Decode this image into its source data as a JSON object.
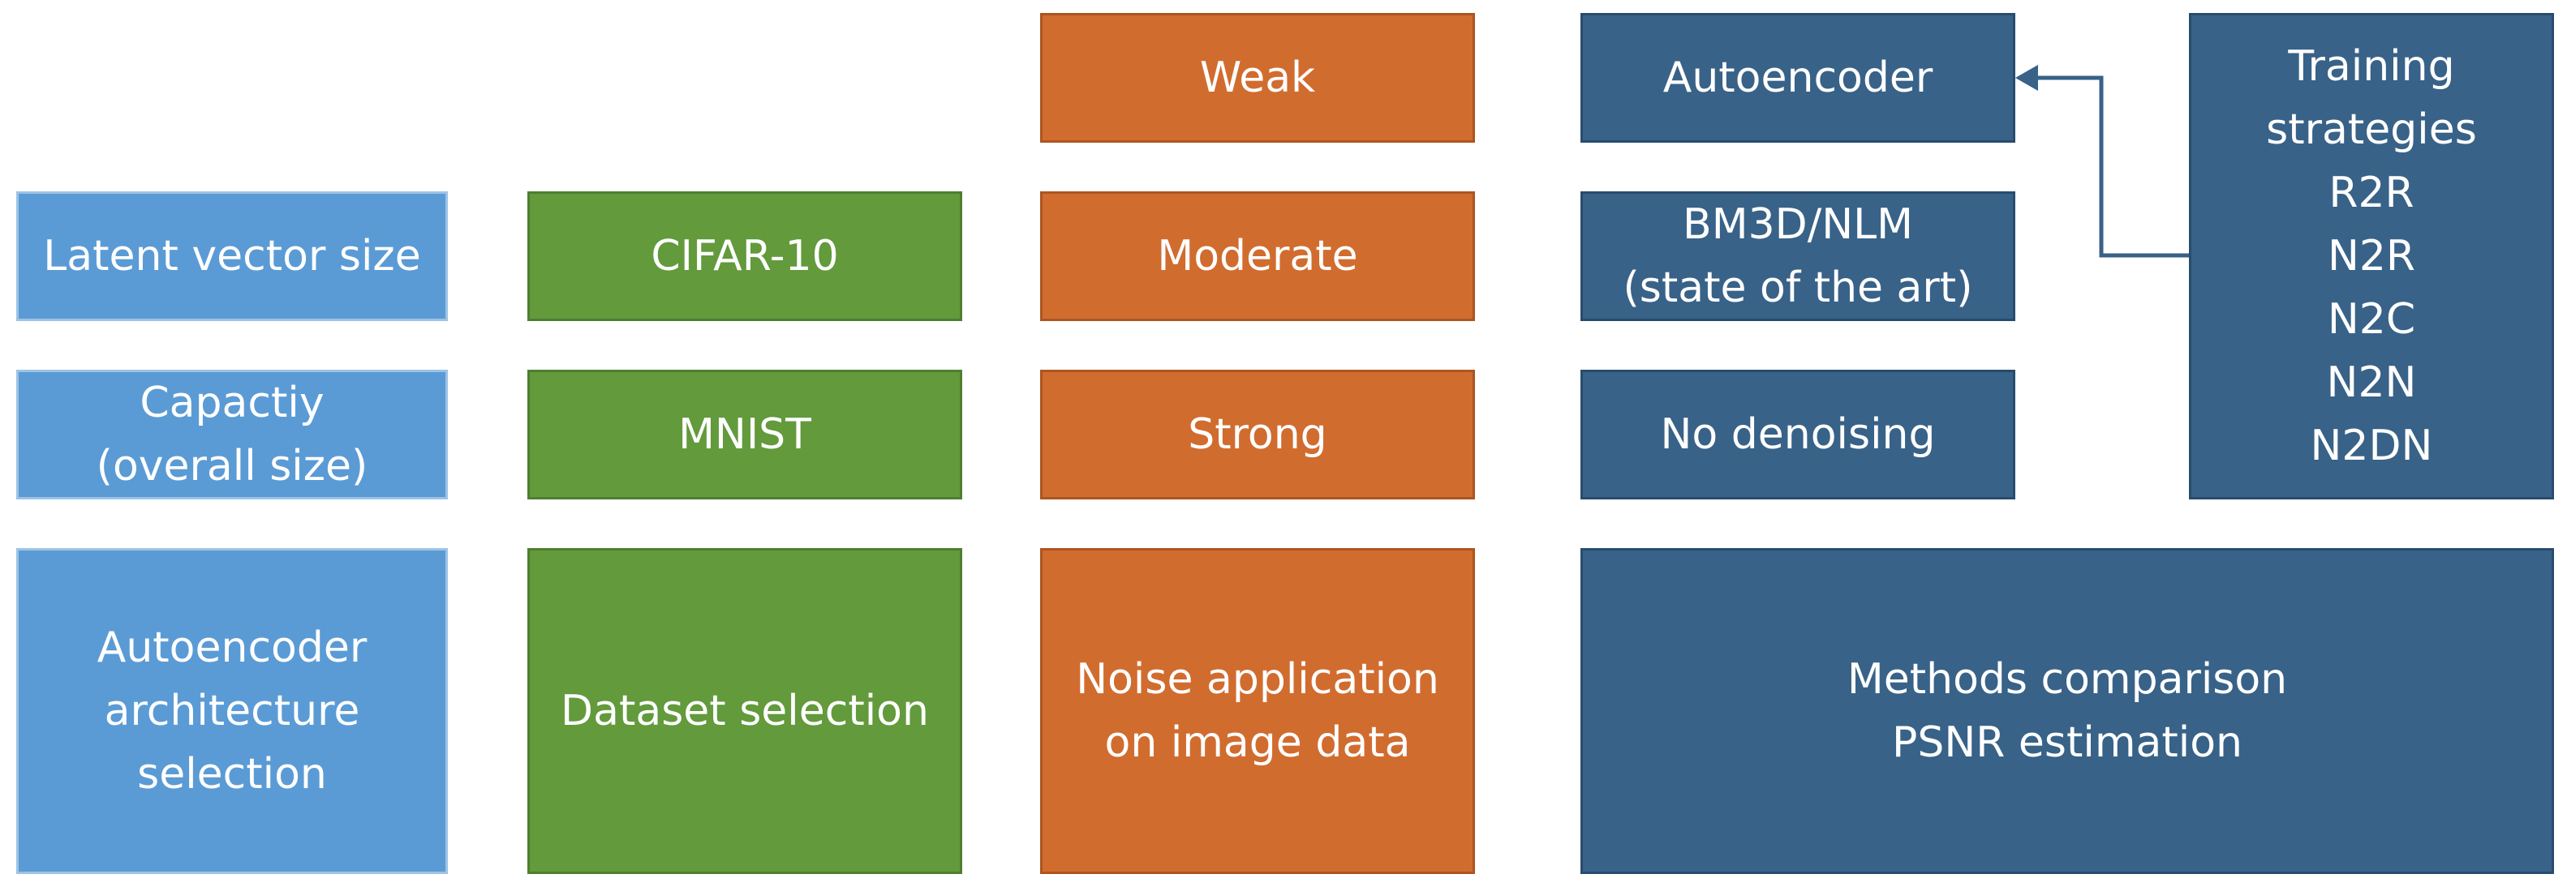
{
  "colors": {
    "architecture": "#5b9bd5",
    "dataset": "#629a3c",
    "noise": "#d16c2f",
    "methods": "#386288",
    "connector": "#386288"
  },
  "architecture": {
    "latent": "Latent vector size",
    "capacity": "Capactiy\n(overall size)",
    "selection": "Autoencoder\narchitecture\nselection"
  },
  "dataset": {
    "cifar": "CIFAR-10",
    "mnist": "MNIST",
    "selection": "Dataset selection"
  },
  "noise": {
    "weak": "Weak",
    "moderate": "Moderate",
    "strong": "Strong",
    "application": "Noise application\non image data"
  },
  "methods": {
    "autoencoder": "Autoencoder",
    "bm3d": "BM3D/NLM\n(state of the art)",
    "no_denoising": "No denoising",
    "comparison": "Methods comparison\nPSNR estimation",
    "training": "Training\nstrategies\nR2R\nN2R\nN2C\nN2N\nN2DN"
  }
}
